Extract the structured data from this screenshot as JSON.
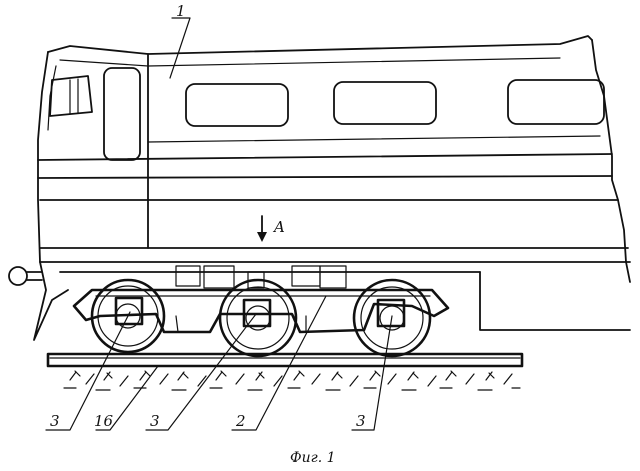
{
  "figure": {
    "caption": "Фиг. 1",
    "direction_label": "A",
    "labels": {
      "body": "1",
      "bogie_frame": "2",
      "axle_box_left": "3",
      "axle_box_middle": "3",
      "axle_box_right": "3",
      "rail": "16"
    }
  }
}
